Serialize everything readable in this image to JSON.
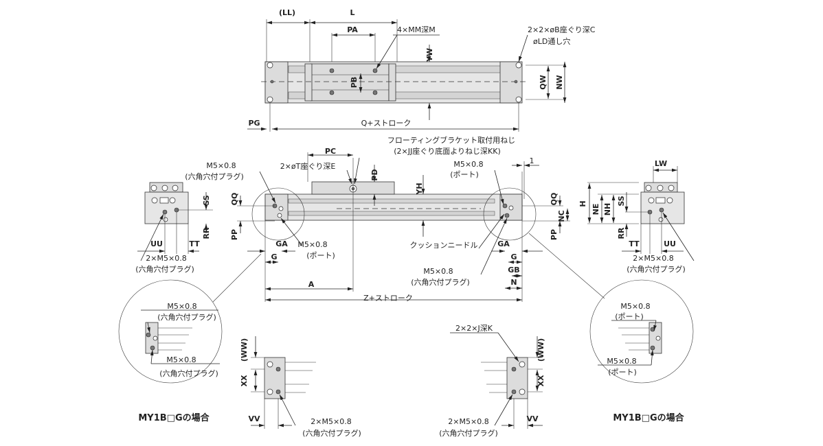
{
  "top_view": {
    "ll": "(LL)",
    "l": "L",
    "pa": "PA",
    "mm": "4×MM深M",
    "b_hole": "2×2×øB座ぐり深C",
    "ld_hole": "øLD通し穴",
    "yw": "YW",
    "pb": "PB",
    "qw": "QW",
    "nw": "NW",
    "pg": "PG",
    "q_stroke": "Q+ストローク"
  },
  "front_view": {
    "bracket_line1": "フローティングブラケット取付用ねじ",
    "bracket_line2": "(2×JJ座ぐり底面よりねじ深KK)",
    "pc": "PC",
    "t_hole": "2×øT座ぐり深E",
    "left_plug": "M5×0.8",
    "left_plug_sub": "(六角穴付プラグ)",
    "right_port": "M5×0.8",
    "right_port_sub": "(ポート)",
    "one": "1",
    "pd": "PD",
    "yh": "YH",
    "qq_left": "QQ",
    "pp_left": "PP",
    "qq_right": "QQ",
    "pp_right": "PP",
    "nc": "NC",
    "ga_left": "GA",
    "g_left": "G",
    "left_port": "M5×0.8",
    "left_port_sub": "(ポート)",
    "cushion": "クッションニードル",
    "ga_right": "GA",
    "g_right": "G",
    "gb": "GB",
    "n": "N",
    "right_plug": "M5×0.8",
    "right_plug_sub": "(六角穴付プラグ)",
    "a": "A",
    "z_stroke": "Z+ストローク"
  },
  "left_end_view": {
    "ss": "SS",
    "rr": "RR",
    "uu": "UU",
    "tt": "TT",
    "plug": "2×M5×0.8",
    "plug_sub": "(六角穴付プラグ)"
  },
  "right_end_view": {
    "lw": "LW",
    "h": "H",
    "ne": "NE",
    "nh": "NH",
    "ss": "SS",
    "rr": "RR",
    "tt": "TT",
    "uu": "UU",
    "plug": "2×M5×0.8",
    "plug_sub": "(六角穴付プラグ)"
  },
  "left_detail": {
    "plug1": "M5×0.8",
    "plug1_sub": "(六角穴付プラグ)",
    "plug2": "M5×0.8",
    "plug2_sub": "(六角穴付プラグ)",
    "ww": "(WW)",
    "xx": "XX",
    "vv": "VV",
    "plug3": "2×M5×0.8",
    "plug3_sub": "(六角穴付プラグ)",
    "caption": "MY1B□Gの場合"
  },
  "right_detail": {
    "j_hole": "2×2×J深K",
    "ww": "(WW)",
    "xx": "XX",
    "vv": "VV",
    "plug": "2×M5×0.8",
    "plug_sub": "(六角穴付プラグ)",
    "port1": "M5×0.8",
    "port1_sub": "(ポート)",
    "port2": "M5×0.8",
    "port2_sub": "(ポート)",
    "caption": "MY1B□Gの場合"
  }
}
